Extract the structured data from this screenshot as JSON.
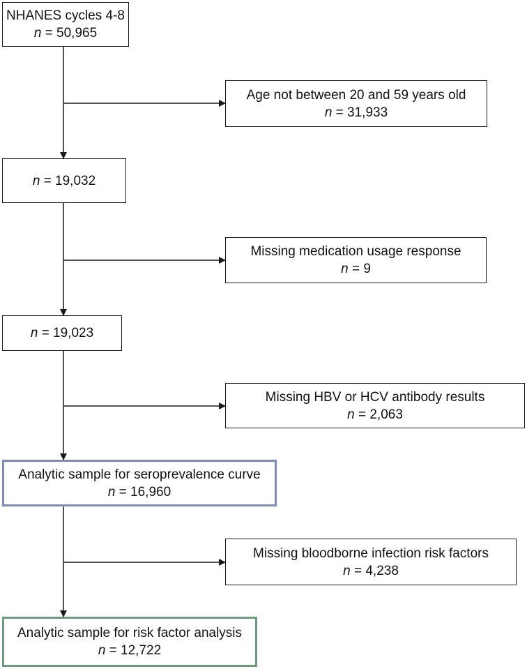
{
  "n_symbol": "n",
  "boxes": {
    "b1": {
      "title": "NHANES cycles 4-8",
      "count": "= 50,965"
    },
    "e1": {
      "title": "Age not between 20 and 59 years old",
      "count": "= 31,933"
    },
    "b2": {
      "count": "= 19,032"
    },
    "e2": {
      "title": "Missing medication usage response",
      "count": "= 9"
    },
    "b3": {
      "count": "= 19,023"
    },
    "e3": {
      "title": "Missing HBV or HCV antibody results",
      "count": "= 2,063"
    },
    "b4": {
      "title": "Analytic sample for seroprevalence curve",
      "count": "= 16,960",
      "border_color": "#7f8bb5"
    },
    "e4": {
      "title": "Missing bloodborne infection risk factors",
      "count": "= 4,238"
    },
    "b5": {
      "title": "Analytic sample for risk factor analysis",
      "count": "= 12,722",
      "border_color": "#6e9a82"
    }
  }
}
